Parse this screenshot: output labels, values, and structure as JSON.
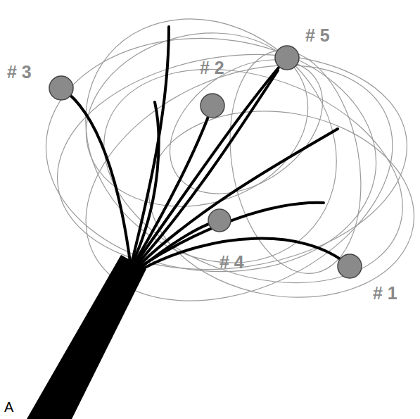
{
  "diagram": {
    "labels": [
      "# 3",
      "# 2",
      "# 5",
      "# 4",
      "# 1",
      "A"
    ]
  }
}
